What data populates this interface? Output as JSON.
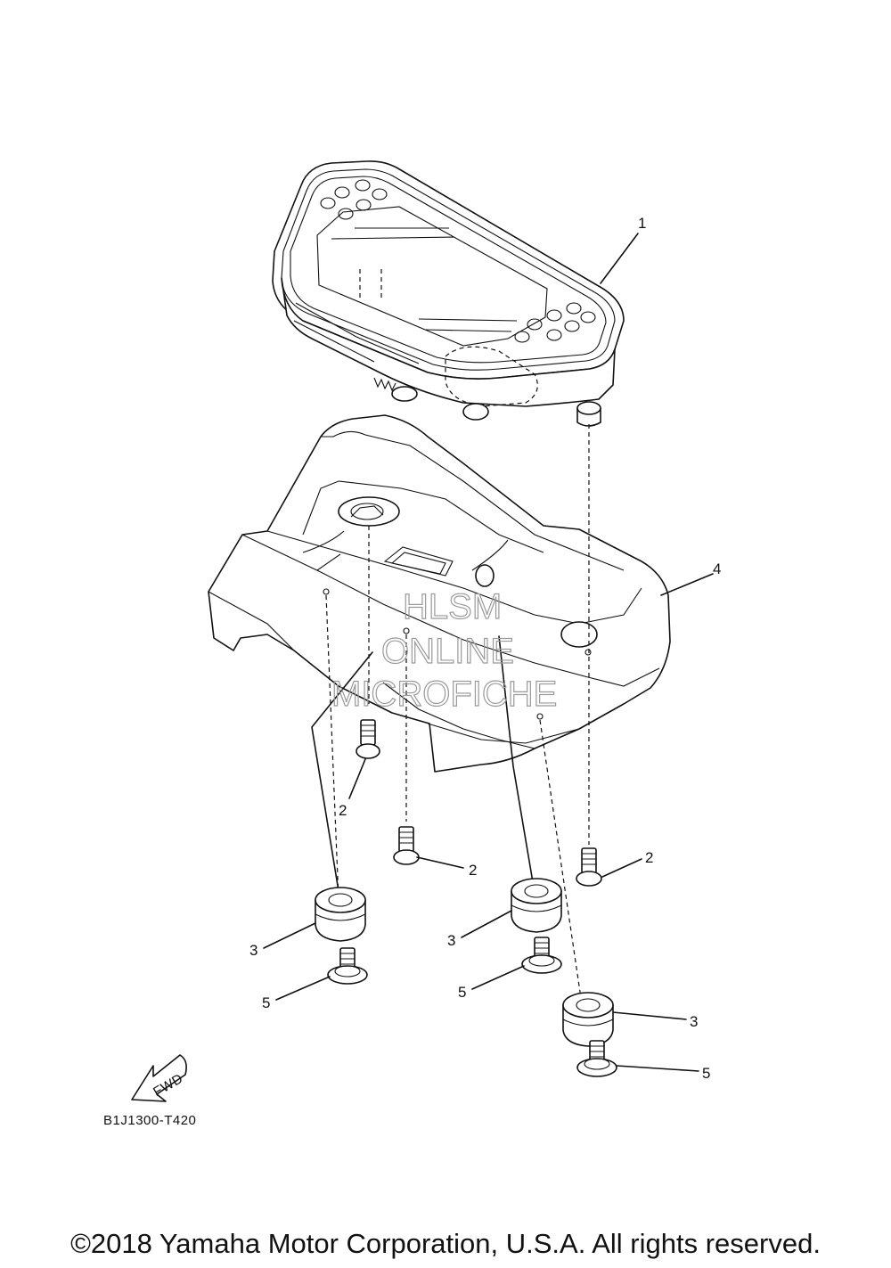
{
  "callouts": {
    "c1": "1",
    "c4": "4",
    "c2a": "2",
    "c2b": "2",
    "c2c": "2",
    "c3a": "3",
    "c3b": "3",
    "c3c": "3",
    "c5a": "5",
    "c5b": "5",
    "c5c": "5"
  },
  "reference_code": "B1J1300-T420",
  "fwd_label": "FWD",
  "watermark": {
    "line1": "HLSM",
    "line2": "ONLINE",
    "line3": "MICROFICHE"
  },
  "copyright": "©2018 Yamaha Motor Corporation, U.S.A. All rights reserved.",
  "icons": [
    "fwd-arrow-icon"
  ]
}
